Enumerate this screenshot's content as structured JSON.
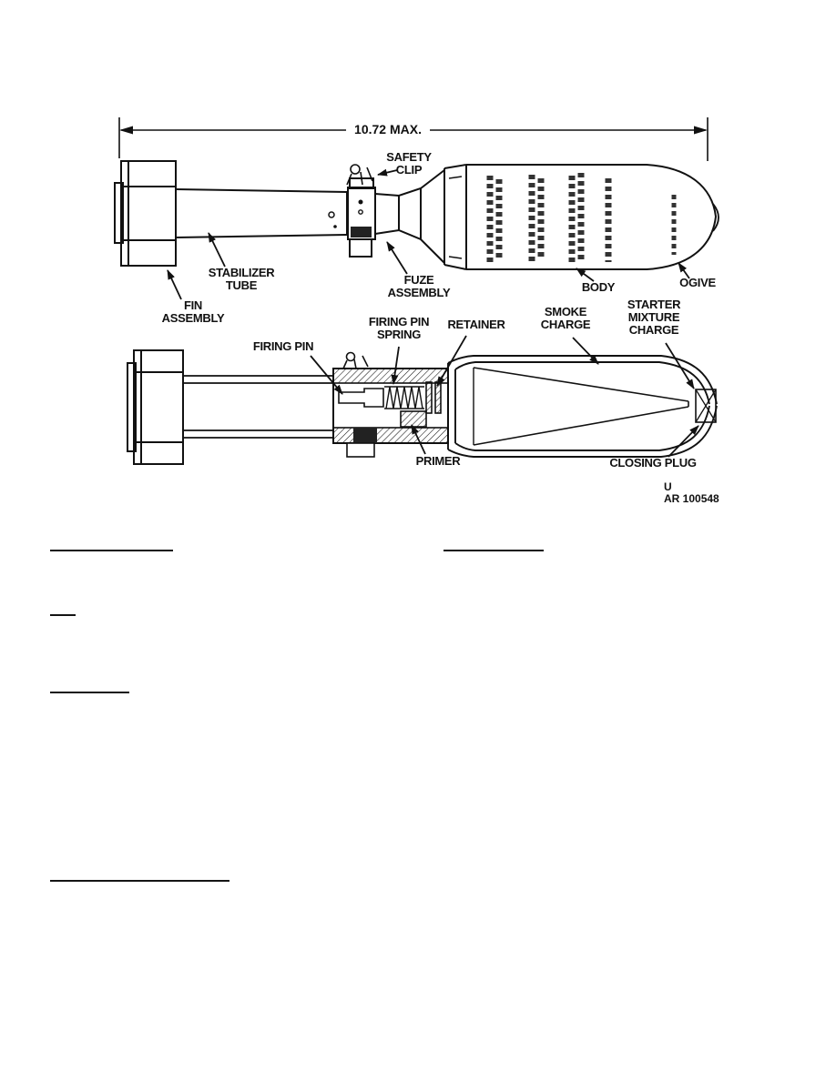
{
  "colors": {
    "paper": "#ffffff",
    "ink": "#111111"
  },
  "figure": {
    "dimension": "10.72  MAX.",
    "labels": {
      "safety_clip": "SAFETY\nCLIP",
      "stabilizer_tube": "STABILIZER\nTUBE",
      "fuze_assembly": "FUZE\nASSEMBLY",
      "fin_assembly": "FIN\nASSEMBLY",
      "body": "BODY",
      "ogive": "OGIVE",
      "firing_pin": "FIRING PIN",
      "firing_pin_spring": "FIRING PIN\nSPRING",
      "retainer": "RETAINER",
      "smoke_charge": "SMOKE\nCHARGE",
      "starter_mixture_charge": "STARTER\nMIXTURE\nCHARGE",
      "primer": "PRIMER",
      "closing_plug": "CLOSING PLUG"
    },
    "reference": {
      "line1": "U",
      "line2": "AR 100548"
    }
  }
}
